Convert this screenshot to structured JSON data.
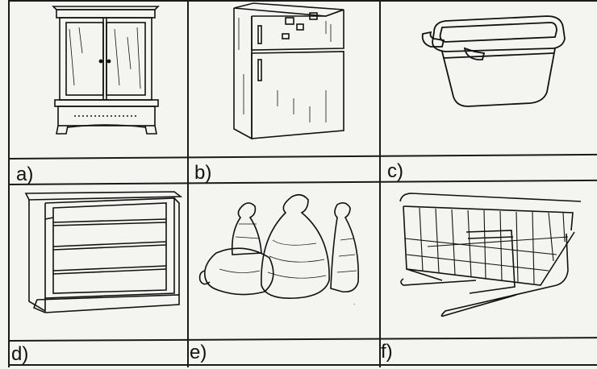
{
  "worksheet": {
    "cells": [
      {
        "id": "a",
        "label": "a)",
        "icon": "wardrobe-icon"
      },
      {
        "id": "b",
        "label": "b)",
        "icon": "refrigerator-icon"
      },
      {
        "id": "c",
        "label": "c)",
        "icon": "storage-box-icon"
      },
      {
        "id": "d",
        "label": "d)",
        "icon": "bookshelf-icon"
      },
      {
        "id": "e",
        "label": "e)",
        "icon": "sacks-icon"
      },
      {
        "id": "f",
        "label": "f)",
        "icon": "wire-basket-icon"
      }
    ],
    "colors": {
      "paper": "#f4f4f1",
      "ink": "#111111"
    }
  }
}
